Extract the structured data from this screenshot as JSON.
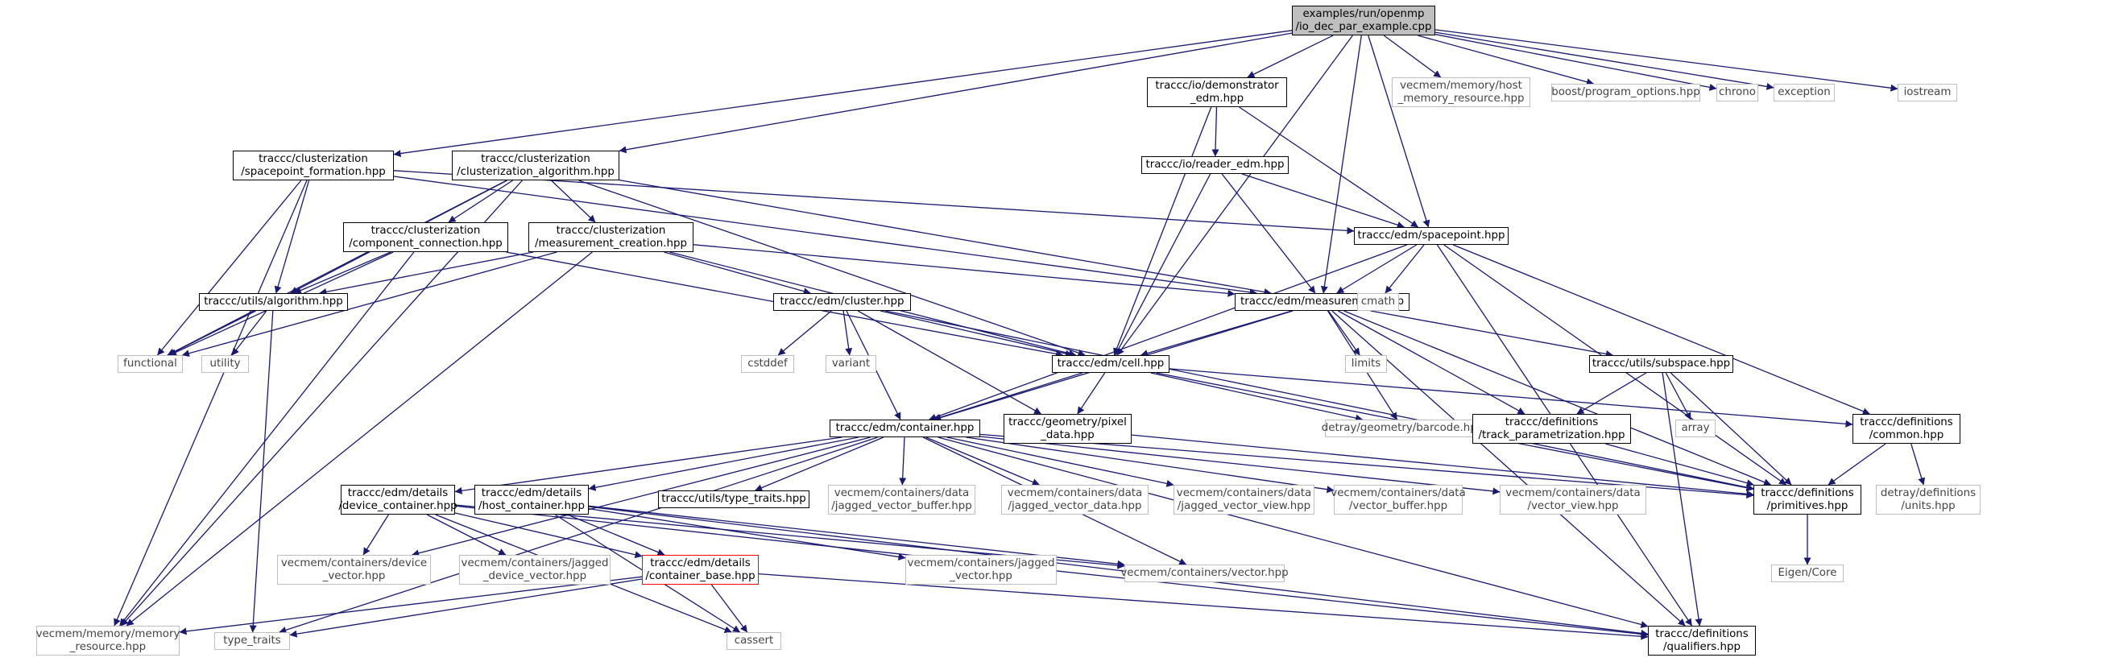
{
  "colors": {
    "edge": "#191970",
    "node_border": "#000000",
    "system_border": "#bfbfbf",
    "root_fill": "#bfbfbf",
    "error_border": "#ff0000"
  },
  "nodes": [
    {
      "id": "root",
      "lines": [
        "examples/run/openmp",
        "/io_dec_par_example.cpp"
      ],
      "kind": "root"
    },
    {
      "id": "demo_edm",
      "lines": [
        "traccc/io/demonstrator",
        "_edm.hpp"
      ],
      "kind": "local"
    },
    {
      "id": "host_mem_res",
      "lines": [
        "vecmem/memory/host",
        "_memory_resource.hpp"
      ],
      "kind": "system"
    },
    {
      "id": "program_options",
      "lines": [
        "boost/program_options.hpp"
      ],
      "kind": "system"
    },
    {
      "id": "chrono",
      "lines": [
        "chrono"
      ],
      "kind": "system"
    },
    {
      "id": "exception",
      "lines": [
        "exception"
      ],
      "kind": "system"
    },
    {
      "id": "iostream",
      "lines": [
        "iostream"
      ],
      "kind": "system"
    },
    {
      "id": "spform",
      "lines": [
        "traccc/clusterization",
        "/spacepoint_formation.hpp"
      ],
      "kind": "local"
    },
    {
      "id": "clalg",
      "lines": [
        "traccc/clusterization",
        "/clusterization_algorithm.hpp"
      ],
      "kind": "local"
    },
    {
      "id": "reader_edm",
      "lines": [
        "traccc/io/reader_edm.hpp"
      ],
      "kind": "local"
    },
    {
      "id": "compconn",
      "lines": [
        "traccc/clusterization",
        "/component_connection.hpp"
      ],
      "kind": "local"
    },
    {
      "id": "meascreat",
      "lines": [
        "traccc/clusterization",
        "/measurement_creation.hpp"
      ],
      "kind": "local"
    },
    {
      "id": "spacepoint",
      "lines": [
        "traccc/edm/spacepoint.hpp"
      ],
      "kind": "local"
    },
    {
      "id": "algorithm",
      "lines": [
        "traccc/utils/algorithm.hpp"
      ],
      "kind": "local"
    },
    {
      "id": "cluster",
      "lines": [
        "traccc/edm/cluster.hpp"
      ],
      "kind": "local"
    },
    {
      "id": "measurement",
      "lines": [
        "traccc/edm/measurement.hpp"
      ],
      "kind": "local"
    },
    {
      "id": "cmath",
      "lines": [
        "cmath"
      ],
      "kind": "system"
    },
    {
      "id": "functional",
      "lines": [
        "functional"
      ],
      "kind": "system"
    },
    {
      "id": "utility",
      "lines": [
        "utility"
      ],
      "kind": "system"
    },
    {
      "id": "cstddef",
      "lines": [
        "cstddef"
      ],
      "kind": "system"
    },
    {
      "id": "variant",
      "lines": [
        "variant"
      ],
      "kind": "system"
    },
    {
      "id": "cell",
      "lines": [
        "traccc/edm/cell.hpp"
      ],
      "kind": "local"
    },
    {
      "id": "limits",
      "lines": [
        "limits"
      ],
      "kind": "system"
    },
    {
      "id": "subspace",
      "lines": [
        "traccc/utils/subspace.hpp"
      ],
      "kind": "local"
    },
    {
      "id": "container",
      "lines": [
        "traccc/edm/container.hpp"
      ],
      "kind": "local"
    },
    {
      "id": "pixel_data",
      "lines": [
        "traccc/geometry/pixel",
        "_data.hpp"
      ],
      "kind": "local"
    },
    {
      "id": "barcode",
      "lines": [
        "detray/geometry/barcode.hpp"
      ],
      "kind": "system"
    },
    {
      "id": "track_param",
      "lines": [
        "traccc/definitions",
        "/track_parametrization.hpp"
      ],
      "kind": "local"
    },
    {
      "id": "array",
      "lines": [
        "array"
      ],
      "kind": "system"
    },
    {
      "id": "common",
      "lines": [
        "traccc/definitions",
        "/common.hpp"
      ],
      "kind": "local"
    },
    {
      "id": "device_container",
      "lines": [
        "traccc/edm/details",
        "/device_container.hpp"
      ],
      "kind": "local"
    },
    {
      "id": "host_container",
      "lines": [
        "traccc/edm/details",
        "/host_container.hpp"
      ],
      "kind": "local"
    },
    {
      "id": "type_traits_util",
      "lines": [
        "traccc/utils/type_traits.hpp"
      ],
      "kind": "local"
    },
    {
      "id": "jv_buffer",
      "lines": [
        "vecmem/containers/data",
        "/jagged_vector_buffer.hpp"
      ],
      "kind": "system"
    },
    {
      "id": "jv_data",
      "lines": [
        "vecmem/containers/data",
        "/jagged_vector_data.hpp"
      ],
      "kind": "system"
    },
    {
      "id": "jv_view",
      "lines": [
        "vecmem/containers/data",
        "/jagged_vector_view.hpp"
      ],
      "kind": "system"
    },
    {
      "id": "v_buffer",
      "lines": [
        "vecmem/containers/data",
        "/vector_buffer.hpp"
      ],
      "kind": "system"
    },
    {
      "id": "v_view",
      "lines": [
        "vecmem/containers/data",
        "/vector_view.hpp"
      ],
      "kind": "system"
    },
    {
      "id": "primitives",
      "lines": [
        "traccc/definitions",
        "/primitives.hpp"
      ],
      "kind": "local"
    },
    {
      "id": "units",
      "lines": [
        "detray/definitions",
        "/units.hpp"
      ],
      "kind": "system"
    },
    {
      "id": "device_vector",
      "lines": [
        "vecmem/containers/device",
        "_vector.hpp"
      ],
      "kind": "system"
    },
    {
      "id": "jagged_device_vector",
      "lines": [
        "vecmem/containers/jagged",
        "_device_vector.hpp"
      ],
      "kind": "system"
    },
    {
      "id": "container_base",
      "lines": [
        "traccc/edm/details",
        "/container_base.hpp"
      ],
      "kind": "error"
    },
    {
      "id": "jagged_vector",
      "lines": [
        "vecmem/containers/jagged",
        "_vector.hpp"
      ],
      "kind": "system"
    },
    {
      "id": "vector",
      "lines": [
        "vecmem/containers/vector.hpp"
      ],
      "kind": "system"
    },
    {
      "id": "eigen",
      "lines": [
        "Eigen/Core"
      ],
      "kind": "system"
    },
    {
      "id": "memory_resource",
      "lines": [
        "vecmem/memory/memory",
        "_resource.hpp"
      ],
      "kind": "system"
    },
    {
      "id": "type_traits",
      "lines": [
        "type_traits"
      ],
      "kind": "system"
    },
    {
      "id": "cassert",
      "lines": [
        "cassert"
      ],
      "kind": "system"
    },
    {
      "id": "qualifiers",
      "lines": [
        "traccc/definitions",
        "/qualifiers.hpp"
      ],
      "kind": "local"
    }
  ],
  "edges": [
    [
      "root",
      "demo_edm"
    ],
    [
      "root",
      "host_mem_res"
    ],
    [
      "root",
      "program_options"
    ],
    [
      "root",
      "chrono"
    ],
    [
      "root",
      "exception"
    ],
    [
      "root",
      "iostream"
    ],
    [
      "root",
      "spform"
    ],
    [
      "root",
      "clalg"
    ],
    [
      "root",
      "spacepoint"
    ],
    [
      "root",
      "measurement"
    ],
    [
      "root",
      "cell"
    ],
    [
      "demo_edm",
      "reader_edm"
    ],
    [
      "demo_edm",
      "spacepoint"
    ],
    [
      "demo_edm",
      "cell"
    ],
    [
      "reader_edm",
      "spacepoint"
    ],
    [
      "reader_edm",
      "measurement"
    ],
    [
      "reader_edm",
      "cell"
    ],
    [
      "spform",
      "algorithm"
    ],
    [
      "spform",
      "spacepoint"
    ],
    [
      "spform",
      "measurement"
    ],
    [
      "spform",
      "functional"
    ],
    [
      "spform",
      "memory_resource"
    ],
    [
      "clalg",
      "compconn"
    ],
    [
      "clalg",
      "meascreat"
    ],
    [
      "clalg",
      "algorithm"
    ],
    [
      "clalg",
      "functional"
    ],
    [
      "clalg",
      "memory_resource"
    ],
    [
      "clalg",
      "cell"
    ],
    [
      "clalg",
      "measurement"
    ],
    [
      "compconn",
      "algorithm"
    ],
    [
      "compconn",
      "cell"
    ],
    [
      "compconn",
      "functional"
    ],
    [
      "compconn",
      "memory_resource"
    ],
    [
      "meascreat",
      "algorithm"
    ],
    [
      "meascreat",
      "cluster"
    ],
    [
      "meascreat",
      "cell"
    ],
    [
      "meascreat",
      "measurement"
    ],
    [
      "meascreat",
      "functional"
    ],
    [
      "meascreat",
      "memory_resource"
    ],
    [
      "algorithm",
      "functional"
    ],
    [
      "algorithm",
      "utility"
    ],
    [
      "algorithm",
      "type_traits"
    ],
    [
      "spacepoint",
      "measurement"
    ],
    [
      "spacepoint",
      "cmath"
    ],
    [
      "spacepoint",
      "common"
    ],
    [
      "spacepoint",
      "primitives"
    ],
    [
      "spacepoint",
      "qualifiers"
    ],
    [
      "spacepoint",
      "container"
    ],
    [
      "cluster",
      "cstddef"
    ],
    [
      "cluster",
      "variant"
    ],
    [
      "cluster",
      "cell"
    ],
    [
      "cluster",
      "container"
    ],
    [
      "cluster",
      "pixel_data"
    ],
    [
      "cluster",
      "primitives"
    ],
    [
      "measurement",
      "cell"
    ],
    [
      "measurement",
      "container"
    ],
    [
      "measurement",
      "limits"
    ],
    [
      "measurement",
      "barcode"
    ],
    [
      "measurement",
      "subspace"
    ],
    [
      "measurement",
      "track_param"
    ],
    [
      "measurement",
      "primitives"
    ],
    [
      "measurement",
      "qualifiers"
    ],
    [
      "cell",
      "container"
    ],
    [
      "cell",
      "pixel_data"
    ],
    [
      "cell",
      "barcode"
    ],
    [
      "cell",
      "common"
    ],
    [
      "cell",
      "primitives"
    ],
    [
      "subspace",
      "track_param"
    ],
    [
      "subspace",
      "array"
    ],
    [
      "subspace",
      "primitives"
    ],
    [
      "subspace",
      "qualifiers"
    ],
    [
      "track_param",
      "primitives"
    ],
    [
      "common",
      "primitives"
    ],
    [
      "common",
      "units"
    ],
    [
      "pixel_data",
      "primitives"
    ],
    [
      "container",
      "device_container"
    ],
    [
      "container",
      "host_container"
    ],
    [
      "container",
      "type_traits_util"
    ],
    [
      "container",
      "jv_buffer"
    ],
    [
      "container",
      "jv_data"
    ],
    [
      "container",
      "jv_view"
    ],
    [
      "container",
      "v_buffer"
    ],
    [
      "container",
      "v_view"
    ],
    [
      "container",
      "qualifiers"
    ],
    [
      "container",
      "type_traits"
    ],
    [
      "container",
      "device_vector"
    ],
    [
      "container",
      "vector"
    ],
    [
      "container",
      "primitives"
    ],
    [
      "device_container",
      "container_base"
    ],
    [
      "device_container",
      "device_vector"
    ],
    [
      "device_container",
      "jagged_device_vector"
    ],
    [
      "device_container",
      "vector"
    ],
    [
      "device_container",
      "cassert"
    ],
    [
      "device_container",
      "qualifiers"
    ],
    [
      "host_container",
      "container_base"
    ],
    [
      "host_container",
      "jagged_vector"
    ],
    [
      "host_container",
      "vector"
    ],
    [
      "host_container",
      "cassert"
    ],
    [
      "host_container",
      "qualifiers"
    ],
    [
      "container_base",
      "memory_resource"
    ],
    [
      "container_base",
      "type_traits"
    ],
    [
      "container_base",
      "cassert"
    ],
    [
      "container_base",
      "qualifiers"
    ],
    [
      "primitives",
      "eigen"
    ]
  ]
}
